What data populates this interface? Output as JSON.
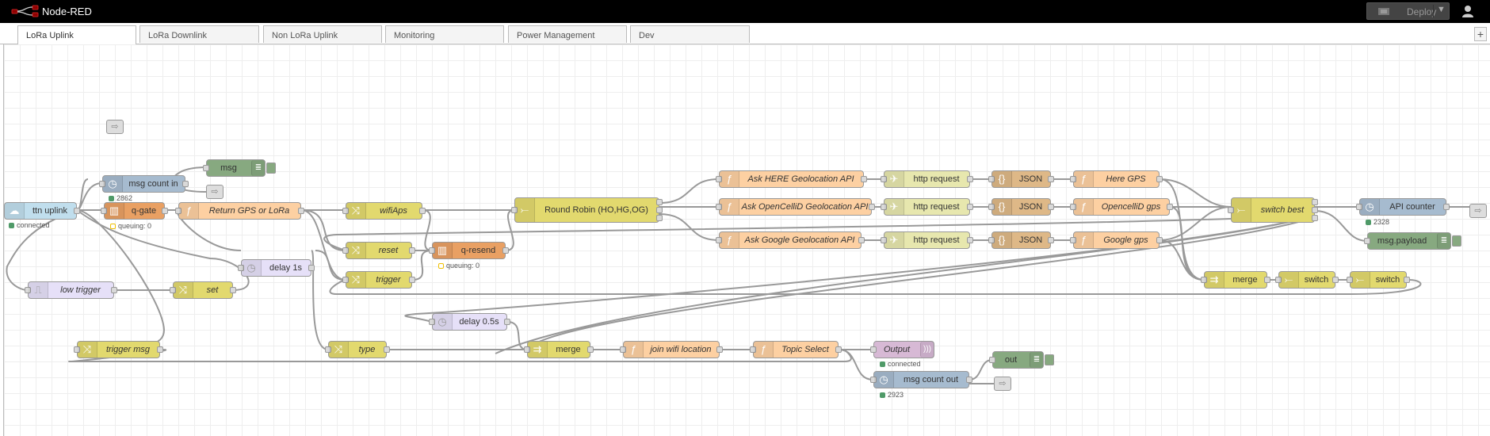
{
  "header": {
    "title": "Node-RED",
    "deploy_label": "Deploy",
    "deploy_caret": "▼"
  },
  "tabs": [
    "LoRa Uplink",
    "LoRa Downlink",
    "Non LoRa Uplink",
    "Monitoring",
    "Power Management",
    "Dev"
  ],
  "add_tab": "+",
  "colors": {
    "header_bg": "#000000",
    "function": "#FDD0A2",
    "change": "#E2D96E",
    "http": "#E7E7AE",
    "json": "#DEB887",
    "counter": "#A6BBCF",
    "debug": "#87A980",
    "delay": "#E6E0F8",
    "queue": "#E9A063",
    "mqtt": "#C0DEED",
    "output": "#D7B9D5",
    "status_ok": "#4f9a68",
    "status_pending": "#f0c000"
  },
  "nodes": {
    "ttn_uplink": "ttn uplink",
    "ttn_status": "connected",
    "msg_count_in": "msg count in",
    "msg_count_in_status": "2862",
    "msg_debug": "msg",
    "q_gate": "q-gate",
    "q_gate_status": "queuing: 0",
    "return_gps": "Return GPS or LoRa",
    "wifiaps": "wifiAps",
    "round_robin": "Round Robin (HO,HG,OG)",
    "reset": "reset",
    "q_resend": "q-resend",
    "q_resend_status": "queuing: 0",
    "delay_1s": "delay 1s",
    "trigger": "trigger",
    "low_trigger": "low trigger",
    "set": "set",
    "ask_here": "Ask HERE Geolocation API",
    "ask_opencellid": "Ask OpenCelliD Geolocation API",
    "ask_google": "Ask Google Geolocation API",
    "http_request_1": "http request",
    "http_request_2": "http request",
    "http_request_3": "http request",
    "json_1": "JSON",
    "json_2": "JSON",
    "json_3": "JSON",
    "here_gps": "Here GPS",
    "opencellid_gps": "OpencelliD gps",
    "google_gps": "Google gps",
    "switch_best": "switch best",
    "api_counter": "API counter",
    "api_counter_status": "2328",
    "msg_payload": "msg.payload",
    "merge_right": "merge",
    "switch_1": "switch",
    "switch_2": "switch",
    "delay_05s": "delay 0.5s",
    "trigger_msg": "trigger msg",
    "type": "type",
    "merge_bottom": "merge",
    "join_wifi": "join wifi location",
    "topic_select": "Topic Select",
    "output": "Output",
    "output_status": "connected",
    "out_debug": "out",
    "msg_count_out": "msg count out",
    "msg_count_out_status": "2923"
  }
}
